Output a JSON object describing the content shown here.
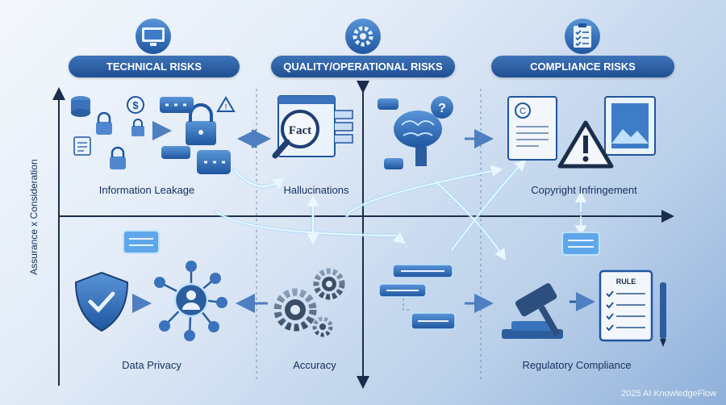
{
  "categories": {
    "technical": "TECHNICAL RISKS",
    "quality": "QUALITY/OPERATIONAL RISKS",
    "compliance": "COMPLIANCE RISKS"
  },
  "y_axis_label": "Assurance x Consideration",
  "risks": {
    "information_leakage": "Information Leakage",
    "hallucinations": "Hallucinations",
    "copyright": "Copyright Infringement",
    "data_privacy": "Data Privacy",
    "accuracy": "Accuracy",
    "regulatory": "Regulatory Compliance"
  },
  "icons": {
    "fact_text": "Fact",
    "rule_text": "RULE",
    "question_mark": "?"
  },
  "footer": "2025 AI KnowledgeFlow",
  "colors": {
    "accent": "#2f6fc0",
    "header": "#1f4f92",
    "glow": "#7fd0ff"
  }
}
